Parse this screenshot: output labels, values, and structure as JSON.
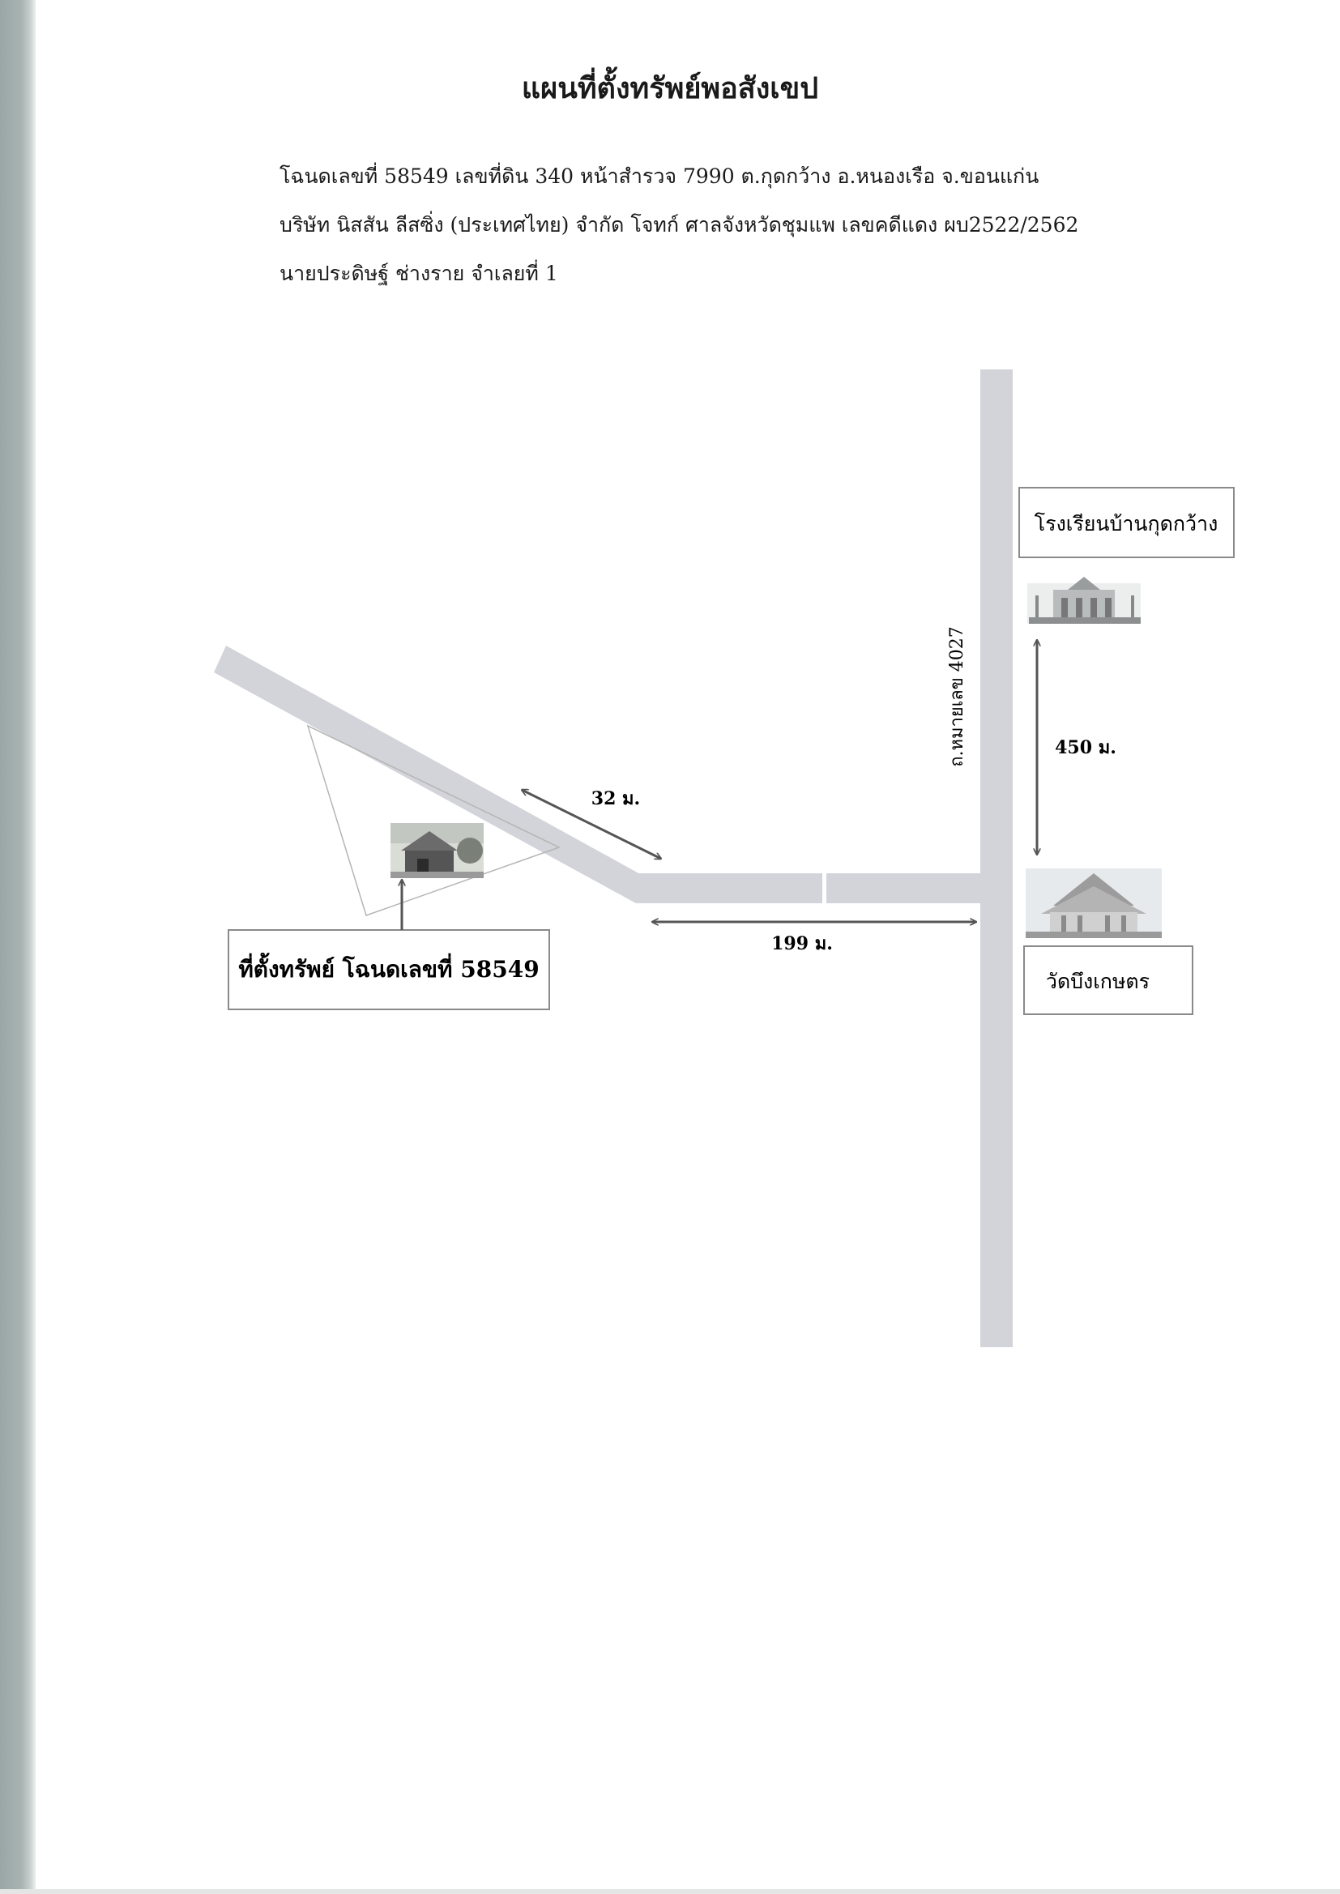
{
  "document": {
    "title": "แผนที่ตั้งทรัพย์พอสังเขป",
    "lines": [
      "โฉนดเลขที่ 58549 เลขที่ดิน 340 หน้าสำรวจ 7990 ต.กุดกว้าง อ.หนองเรือ จ.ขอนแก่น",
      "บริษัท นิสสัน ลีสซิ่ง (ประเทศไทย) จำกัด โจทก์  ศาลจังหวัดชุมแพ เลขคดีแดง ผบ2522/2562",
      "นายประดิษฐ์ ช่างราย จำเลยที่ 1"
    ]
  },
  "map": {
    "road_label": "ถ.หมายเลข 4027",
    "school_label": "โรงเรียนบ้านกุดกว้าง",
    "temple_label": "วัดบึงเกษตร",
    "property_label": "ที่ตั้งทรัพย์ โฉนดเลขที่ 58549",
    "distance_32": "32 ม.",
    "distance_199": "199 ม.",
    "distance_450": "450 ม.",
    "colors": {
      "road": "#d3d3da",
      "arrow": "#555555",
      "box_border": "#8a8a8a"
    }
  }
}
